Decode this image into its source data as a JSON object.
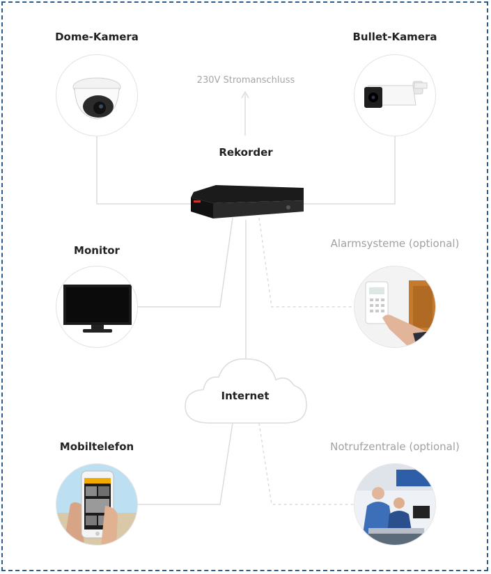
{
  "nodes": {
    "dome": "Dome-Kamera",
    "bullet": "Bullet-Kamera",
    "power": "230V Stromanschluss",
    "recorder": "Rekorder",
    "monitor": "Monitor",
    "alarm": "Alarmsysteme (optional)",
    "internet": "Internet",
    "mobile": "Mobiltelefon",
    "emergency": "Notrufzentrale (optional)"
  },
  "icons": {
    "dome": "dome-camera-icon",
    "bullet": "bullet-camera-icon",
    "recorder": "recorder-icon",
    "monitor": "monitor-icon",
    "alarm": "alarm-keypad-icon",
    "cloud": "cloud-icon",
    "mobile": "smartphone-icon",
    "emergency": "call-center-icon"
  },
  "colors": {
    "frame": "#2a5b8c",
    "line": "#dcdcdc",
    "optional_text": "#a0a0a0"
  }
}
